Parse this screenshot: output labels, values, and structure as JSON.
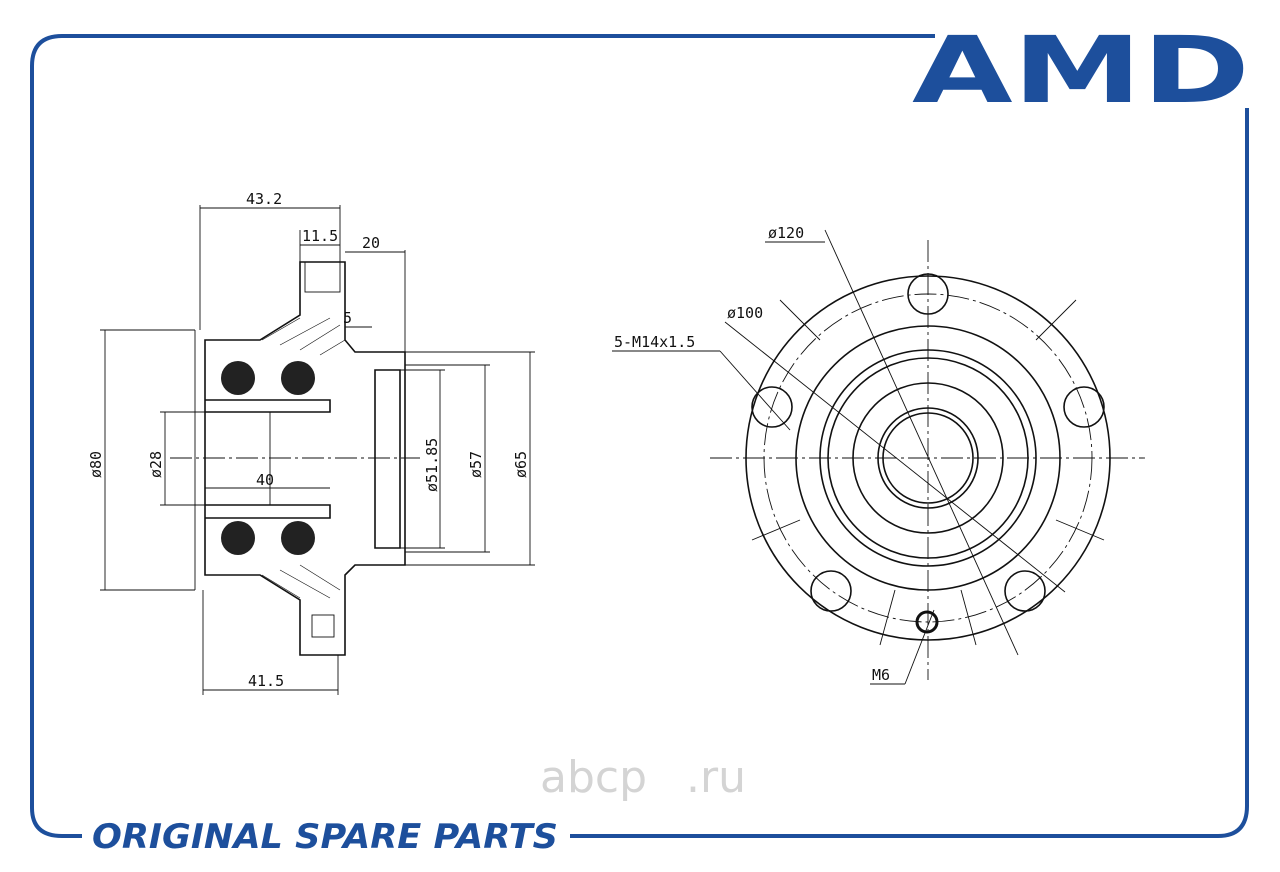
{
  "brand": {
    "logo": "AMD",
    "slogan": "ORIGINAL SPARE PARTS",
    "watermark": "abcp",
    "watermark_suffix": ".ru",
    "color": "#1d4f9c"
  },
  "side_view": {
    "dims": {
      "overall_width": "43.2",
      "flange_thickness": "11.5",
      "pilot_length": "20",
      "step": "5",
      "outer_dia": "ø80",
      "bore_dia": "ø28",
      "bearing_width": "40",
      "dia_51": "ø51.85",
      "dia_57": "ø57",
      "dia_65": "ø65",
      "base_width": "41.5"
    }
  },
  "front_view": {
    "dims": {
      "flange_dia": "ø120",
      "pcd": "ø100",
      "studs": "5-M14x1.5",
      "hole": "M6"
    }
  }
}
